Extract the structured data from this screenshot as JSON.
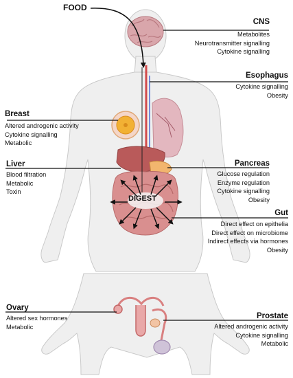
{
  "food_label": "FOOD",
  "digest_label": "DIGEST",
  "organs": {
    "cns": {
      "title": "CNS",
      "items": [
        "Metabolites",
        "Neurotransmitter signalling",
        "Cytokine signalling"
      ]
    },
    "esophagus": {
      "title": "Esophagus",
      "items": [
        "Cytokine signalling",
        "Obesity"
      ]
    },
    "breast": {
      "title": "Breast",
      "items": [
        "Altered androgenic activity",
        "Cytokine signalling",
        "Metabolic"
      ]
    },
    "liver": {
      "title": "Liver",
      "items": [
        "Blood filtration",
        "Metabolic",
        "Toxin"
      ]
    },
    "pancreas": {
      "title": "Pancreas",
      "items": [
        "Glucose regulation",
        "Enzyme regulation",
        "Cytokine signalling",
        "Obesity"
      ]
    },
    "gut": {
      "title": "Gut",
      "items": [
        "Direct effect on epithelia",
        "Direct effect on microbiome",
        "Indirect effects via hormones",
        "Obesity"
      ]
    },
    "ovary": {
      "title": "Ovary",
      "items": [
        "Altered sex hormones",
        "Metabolic"
      ]
    },
    "prostate": {
      "title": "Prostate",
      "items": [
        "Altered androgenic activity",
        "Cytokine signalling",
        "Metabolic"
      ]
    }
  },
  "colors": {
    "body_fill": "#efefef",
    "body_stroke": "#c9c9c9",
    "brain": "#d9a6ab",
    "lung": "#e3b7bf",
    "liver": "#b95a5a",
    "intestine": "#d98f8f",
    "breast_gland": "#f2b134",
    "esophagus": "#d24a4a",
    "blood_vessel": "#4a6bd4",
    "reproductive": "#d98080"
  }
}
